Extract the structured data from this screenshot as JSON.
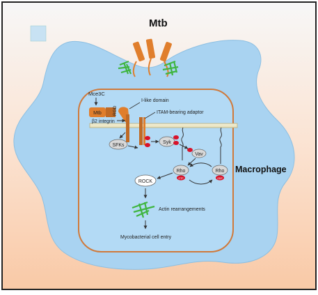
{
  "labels": {
    "mtb_title": "Mtb",
    "macrophage": "Macrophage",
    "mce3c": "Mce3C",
    "mtb_small": "Mtb",
    "rgd": "RGD",
    "i_like_domain": "I-like domain",
    "itam_adaptor": "ITAM-bearing adaptor",
    "beta2_integrin": "β2 integrin",
    "sfks": "SFKs",
    "syk": "Syk",
    "vav": "Vav",
    "rho_left": "Rho",
    "rho_right": "Rho",
    "gtp_left": "GTP",
    "gtp_right": "GDP",
    "rock": "ROCK",
    "actin": "Actin rearrangements",
    "entry": "Mycobacterial cell entry"
  },
  "colors": {
    "background_top": "#f7f7f7",
    "background_bottom": "#f9c9a6",
    "macrophage_fill": "#a9d3f1",
    "inner_border": "#d0793a",
    "bacillus": "#e07e2c",
    "actin": "#3fb53f",
    "phospho": "#d8132a"
  }
}
